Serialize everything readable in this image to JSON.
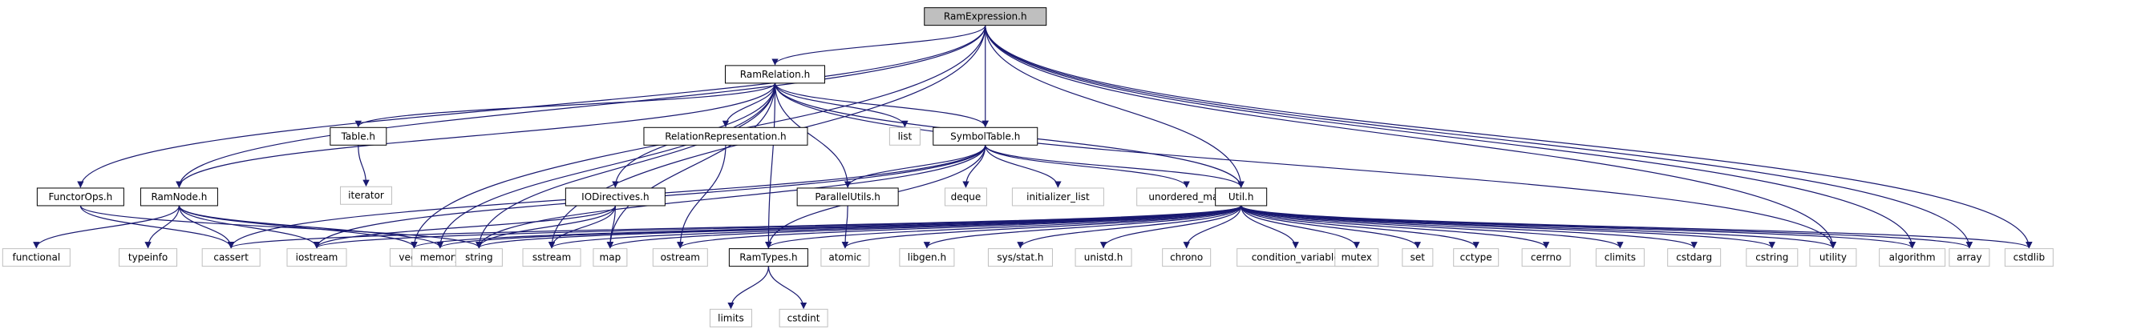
{
  "diagram": {
    "colors": {
      "edge": "#191970",
      "root_fill": "#bfbfbf",
      "system_border": "#bfbfbf",
      "file_border": "#000000"
    },
    "nodes": [
      {
        "id": "RamExpression.h",
        "label": "RamExpression.h",
        "kind": "root"
      },
      {
        "id": "RamRelation.h",
        "label": "RamRelation.h",
        "kind": "file"
      },
      {
        "id": "Table.h",
        "label": "Table.h",
        "kind": "file"
      },
      {
        "id": "RelationRepresentation.h",
        "label": "RelationRepresentation.h",
        "kind": "file"
      },
      {
        "id": "list",
        "label": "list",
        "kind": "system"
      },
      {
        "id": "SymbolTable.h",
        "label": "SymbolTable.h",
        "kind": "file"
      },
      {
        "id": "iterator",
        "label": "iterator",
        "kind": "system"
      },
      {
        "id": "FunctorOps.h",
        "label": "FunctorOps.h",
        "kind": "file"
      },
      {
        "id": "RamNode.h",
        "label": "RamNode.h",
        "kind": "file"
      },
      {
        "id": "IODirectives.h",
        "label": "IODirectives.h",
        "kind": "file"
      },
      {
        "id": "ParallelUtils.h",
        "label": "ParallelUtils.h",
        "kind": "file"
      },
      {
        "id": "deque",
        "label": "deque",
        "kind": "system"
      },
      {
        "id": "initializer_list",
        "label": "initializer_list",
        "kind": "system"
      },
      {
        "id": "unordered_map",
        "label": "unordered_map",
        "kind": "system"
      },
      {
        "id": "Util.h",
        "label": "Util.h",
        "kind": "file"
      },
      {
        "id": "functional",
        "label": "functional",
        "kind": "system"
      },
      {
        "id": "typeinfo",
        "label": "typeinfo",
        "kind": "system"
      },
      {
        "id": "cassert",
        "label": "cassert",
        "kind": "system"
      },
      {
        "id": "iostream",
        "label": "iostream",
        "kind": "system"
      },
      {
        "id": "vector",
        "label": "vector",
        "kind": "system"
      },
      {
        "id": "memory",
        "label": "memory",
        "kind": "system"
      },
      {
        "id": "string",
        "label": "string",
        "kind": "system"
      },
      {
        "id": "sstream",
        "label": "sstream",
        "kind": "system"
      },
      {
        "id": "map",
        "label": "map",
        "kind": "system"
      },
      {
        "id": "ostream",
        "label": "ostream",
        "kind": "system"
      },
      {
        "id": "RamTypes.h",
        "label": "RamTypes.h",
        "kind": "file"
      },
      {
        "id": "atomic",
        "label": "atomic",
        "kind": "system"
      },
      {
        "id": "libgen.h",
        "label": "libgen.h",
        "kind": "system"
      },
      {
        "id": "sys/stat.h",
        "label": "sys/stat.h",
        "kind": "system"
      },
      {
        "id": "unistd.h",
        "label": "unistd.h",
        "kind": "system"
      },
      {
        "id": "chrono",
        "label": "chrono",
        "kind": "system"
      },
      {
        "id": "condition_variable",
        "label": "condition_variable",
        "kind": "system"
      },
      {
        "id": "mutex",
        "label": "mutex",
        "kind": "system"
      },
      {
        "id": "set",
        "label": "set",
        "kind": "system"
      },
      {
        "id": "cctype",
        "label": "cctype",
        "kind": "system"
      },
      {
        "id": "cerrno",
        "label": "cerrno",
        "kind": "system"
      },
      {
        "id": "climits",
        "label": "climits",
        "kind": "system"
      },
      {
        "id": "cstdarg",
        "label": "cstdarg",
        "kind": "system"
      },
      {
        "id": "cstring",
        "label": "cstring",
        "kind": "system"
      },
      {
        "id": "utility",
        "label": "utility",
        "kind": "system"
      },
      {
        "id": "algorithm",
        "label": "algorithm",
        "kind": "system"
      },
      {
        "id": "array",
        "label": "array",
        "kind": "system"
      },
      {
        "id": "cstdlib",
        "label": "cstdlib",
        "kind": "system"
      },
      {
        "id": "limits",
        "label": "limits",
        "kind": "system"
      },
      {
        "id": "cstdint",
        "label": "cstdint",
        "kind": "system"
      }
    ],
    "edges": [
      [
        "RamExpression.h",
        "RamRelation.h"
      ],
      [
        "RamExpression.h",
        "FunctorOps.h"
      ],
      [
        "RamExpression.h",
        "RamNode.h"
      ],
      [
        "RamExpression.h",
        "SymbolTable.h"
      ],
      [
        "RamExpression.h",
        "Util.h"
      ],
      [
        "RamExpression.h",
        "vector"
      ],
      [
        "RamExpression.h",
        "sstream"
      ],
      [
        "RamExpression.h",
        "utility"
      ],
      [
        "RamExpression.h",
        "algorithm"
      ],
      [
        "RamExpression.h",
        "array"
      ],
      [
        "RamExpression.h",
        "cstdlib"
      ],
      [
        "RamRelation.h",
        "Table.h"
      ],
      [
        "RamRelation.h",
        "RelationRepresentation.h"
      ],
      [
        "RamRelation.h",
        "list"
      ],
      [
        "RamRelation.h",
        "SymbolTable.h"
      ],
      [
        "RamRelation.h",
        "RamNode.h"
      ],
      [
        "RamRelation.h",
        "IODirectives.h"
      ],
      [
        "RamRelation.h",
        "ParallelUtils.h"
      ],
      [
        "RamRelation.h",
        "Util.h"
      ],
      [
        "RamRelation.h",
        "RamTypes.h"
      ],
      [
        "RamRelation.h",
        "memory"
      ],
      [
        "RamRelation.h",
        "string"
      ],
      [
        "RamRelation.h",
        "map"
      ],
      [
        "RamRelation.h",
        "utility"
      ],
      [
        "Table.h",
        "iterator"
      ],
      [
        "RelationRepresentation.h",
        "ostream"
      ],
      [
        "SymbolTable.h",
        "ParallelUtils.h"
      ],
      [
        "SymbolTable.h",
        "Util.h"
      ],
      [
        "SymbolTable.h",
        "deque"
      ],
      [
        "SymbolTable.h",
        "initializer_list"
      ],
      [
        "SymbolTable.h",
        "unordered_map"
      ],
      [
        "SymbolTable.h",
        "RamTypes.h"
      ],
      [
        "SymbolTable.h",
        "cassert"
      ],
      [
        "SymbolTable.h",
        "iostream"
      ],
      [
        "SymbolTable.h",
        "string"
      ],
      [
        "FunctorOps.h",
        "cassert"
      ],
      [
        "FunctorOps.h",
        "string"
      ],
      [
        "RamNode.h",
        "functional"
      ],
      [
        "RamNode.h",
        "typeinfo"
      ],
      [
        "RamNode.h",
        "cassert"
      ],
      [
        "RamNode.h",
        "iostream"
      ],
      [
        "RamNode.h",
        "vector"
      ],
      [
        "RamNode.h",
        "memory"
      ],
      [
        "IODirectives.h",
        "string"
      ],
      [
        "IODirectives.h",
        "sstream"
      ],
      [
        "IODirectives.h",
        "map"
      ],
      [
        "IODirectives.h",
        "iostream"
      ],
      [
        "ParallelUtils.h",
        "atomic"
      ],
      [
        "Util.h",
        "cassert"
      ],
      [
        "Util.h",
        "iostream"
      ],
      [
        "Util.h",
        "vector"
      ],
      [
        "Util.h",
        "memory"
      ],
      [
        "Util.h",
        "string"
      ],
      [
        "Util.h",
        "sstream"
      ],
      [
        "Util.h",
        "map"
      ],
      [
        "Util.h",
        "ostream"
      ],
      [
        "Util.h",
        "RamTypes.h"
      ],
      [
        "Util.h",
        "atomic"
      ],
      [
        "Util.h",
        "libgen.h"
      ],
      [
        "Util.h",
        "sys/stat.h"
      ],
      [
        "Util.h",
        "unistd.h"
      ],
      [
        "Util.h",
        "chrono"
      ],
      [
        "Util.h",
        "condition_variable"
      ],
      [
        "Util.h",
        "mutex"
      ],
      [
        "Util.h",
        "set"
      ],
      [
        "Util.h",
        "cctype"
      ],
      [
        "Util.h",
        "cerrno"
      ],
      [
        "Util.h",
        "climits"
      ],
      [
        "Util.h",
        "cstdarg"
      ],
      [
        "Util.h",
        "cstring"
      ],
      [
        "Util.h",
        "utility"
      ],
      [
        "Util.h",
        "algorithm"
      ],
      [
        "Util.h",
        "array"
      ],
      [
        "Util.h",
        "cstdlib"
      ],
      [
        "RamTypes.h",
        "limits"
      ],
      [
        "RamTypes.h",
        "cstdint"
      ]
    ]
  }
}
